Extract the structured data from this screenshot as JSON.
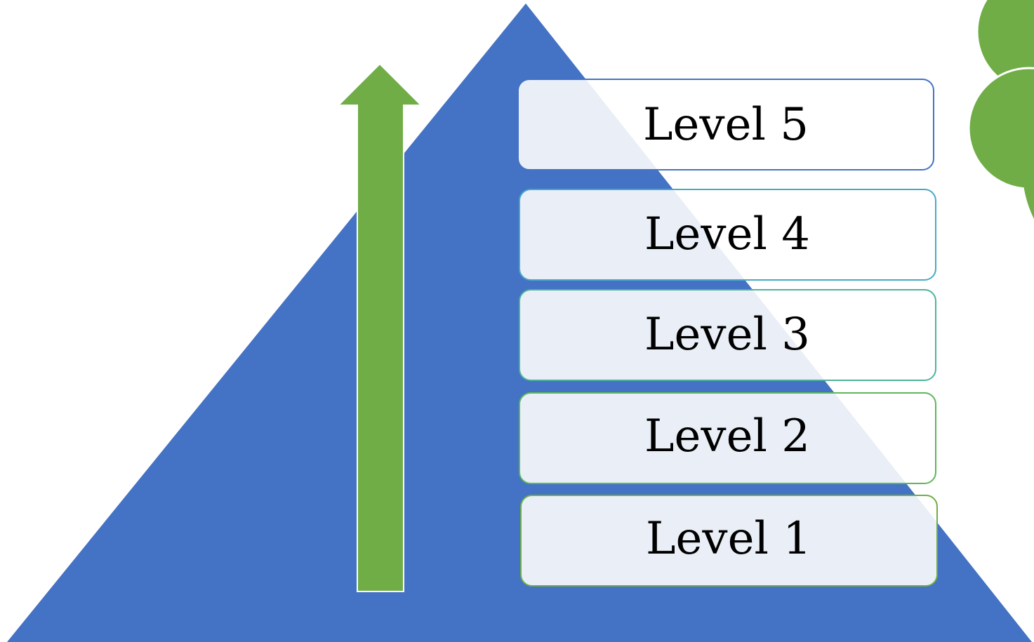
{
  "colors": {
    "background": "#ffffff",
    "pyramid": "#4472c4",
    "arrow": "#70ad47",
    "arrow_outline": "#ffffff",
    "box_fill": "#e9eef7",
    "box_fill_over_white": "#ffffff",
    "circle_fill": "#70ad47",
    "circle_outline": "#ffffff"
  },
  "levels": [
    {
      "label": "Level 5",
      "border": "#4472c4"
    },
    {
      "label": "Level 4",
      "border": "#48a9c5"
    },
    {
      "label": "Level 3",
      "border": "#4db39a"
    },
    {
      "label": "Level 2",
      "border": "#5db75a"
    },
    {
      "label": "Level 1",
      "border": "#70ad47"
    }
  ]
}
